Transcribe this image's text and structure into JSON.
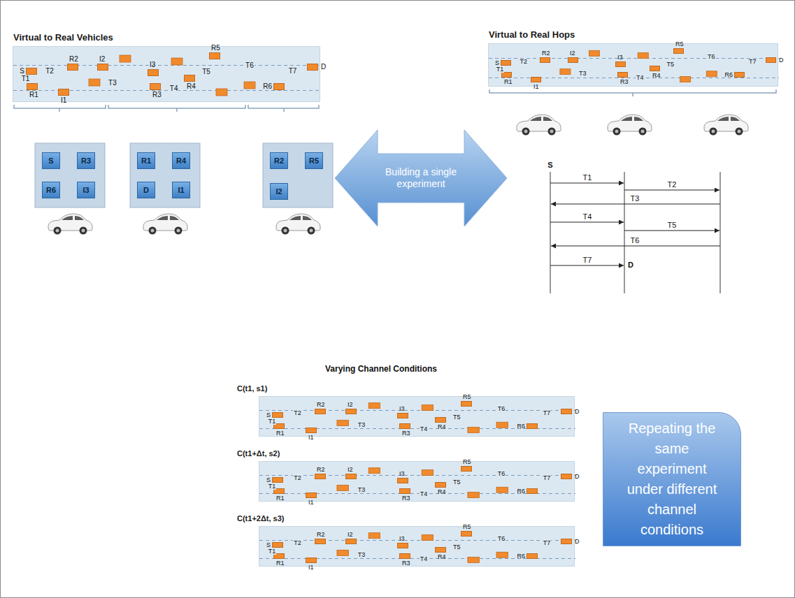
{
  "diagram": {
    "nodes": [
      {
        "text": [
          "Virtual to Real Vehicles"
        ]
      },
      {
        "text": [
          "S"
        ],
        "in": 0
      },
      {
        "text": [
          "R1"
        ],
        "in": 0
      },
      {
        "text": [
          "I1"
        ],
        "in": 0
      },
      {
        "text": [
          "R2"
        ],
        "in": 0
      },
      {
        "text": [
          "I2"
        ],
        "in": 0
      },
      {
        "text": [
          "I3"
        ],
        "in": 0
      },
      {
        "text": [
          "R3"
        ],
        "in": 0
      },
      {
        "text": [
          "R4"
        ],
        "in": 0
      },
      {
        "text": [
          "R5"
        ],
        "in": 0
      },
      {
        "text": [
          "R6"
        ],
        "in": 0
      },
      {
        "text": [
          "D"
        ],
        "in": 0
      },
      {
        "text": [
          "S"
        ]
      },
      {
        "text": [
          "R3"
        ]
      },
      {
        "text": [
          "R6"
        ]
      },
      {
        "text": [
          "I3"
        ]
      },
      {
        "text": [
          "R1"
        ]
      },
      {
        "text": [
          "R4"
        ]
      },
      {
        "text": [
          "D"
        ]
      },
      {
        "text": [
          "I1"
        ]
      },
      {
        "text": [
          "R2"
        ]
      },
      {
        "text": [
          "R5"
        ]
      },
      {
        "text": [
          "I2"
        ]
      },
      {
        "text": [
          "Building a single experiment"
        ]
      },
      {
        "text": [
          "Virtual to Real Hops"
        ]
      },
      {
        "text": [
          "S"
        ],
        "in": 24
      },
      {
        "text": [
          "R1"
        ],
        "in": 24
      },
      {
        "text": [
          "I1"
        ],
        "in": 24
      },
      {
        "text": [
          "R2"
        ],
        "in": 24
      },
      {
        "text": [
          "I2"
        ],
        "in": 24
      },
      {
        "text": [
          "I3"
        ],
        "in": 24
      },
      {
        "text": [
          "R3"
        ],
        "in": 24
      },
      {
        "text": [
          "R4"
        ],
        "in": 24
      },
      {
        "text": [
          "R5"
        ],
        "in": 24
      },
      {
        "text": [
          "R6"
        ],
        "in": 24
      },
      {
        "text": [
          "D"
        ],
        "in": 24
      },
      {
        "text": [
          "C(t1, s1)"
        ]
      },
      {
        "text": [
          "S"
        ],
        "in": 36
      },
      {
        "text": [
          "R1"
        ],
        "in": 36
      },
      {
        "text": [
          "I1"
        ],
        "in": 36
      },
      {
        "text": [
          "R2"
        ],
        "in": 36
      },
      {
        "text": [
          "I2"
        ],
        "in": 36
      },
      {
        "text": [
          "I3"
        ],
        "in": 36
      },
      {
        "text": [
          "R3"
        ],
        "in": 36
      },
      {
        "text": [
          "R4"
        ],
        "in": 36
      },
      {
        "text": [
          "R5"
        ],
        "in": 36
      },
      {
        "text": [
          "R6"
        ],
        "in": 36
      },
      {
        "text": [
          "D"
        ],
        "in": 36
      },
      {
        "text": [
          "C(t1+Δt, s2)"
        ]
      },
      {
        "text": [
          "S"
        ],
        "in": 48
      },
      {
        "text": [
          "R1"
        ],
        "in": 48
      },
      {
        "text": [
          "I1"
        ],
        "in": 48
      },
      {
        "text": [
          "R2"
        ],
        "in": 48
      },
      {
        "text": [
          "I2"
        ],
        "in": 48
      },
      {
        "text": [
          "I3"
        ],
        "in": 48
      },
      {
        "text": [
          "R3"
        ],
        "in": 48
      },
      {
        "text": [
          "R4"
        ],
        "in": 48
      },
      {
        "text": [
          "R5"
        ],
        "in": 48
      },
      {
        "text": [
          "R6"
        ],
        "in": 48
      },
      {
        "text": [
          "D"
        ],
        "in": 48
      },
      {
        "text": [
          "C(t1+2Δt, s3)"
        ]
      },
      {
        "text": [
          "S"
        ],
        "in": 60
      },
      {
        "text": [
          "R1"
        ],
        "in": 60
      },
      {
        "text": [
          "I1"
        ],
        "in": 60
      },
      {
        "text": [
          "R2"
        ],
        "in": 60
      },
      {
        "text": [
          "I2"
        ],
        "in": 60
      },
      {
        "text": [
          "I3"
        ],
        "in": 60
      },
      {
        "text": [
          "R3"
        ],
        "in": 60
      },
      {
        "text": [
          "R4"
        ],
        "in": 60
      },
      {
        "text": [
          "R5"
        ],
        "in": 60
      },
      {
        "text": [
          "R6"
        ],
        "in": 60
      },
      {
        "text": [
          "D"
        ],
        "in": 60
      },
      {
        "text": [
          "Repeating the same experiment under different channel conditions"
        ]
      }
    ],
    "edges": [
      {
        "from": 1,
        "to": 2,
        "arrow": "to",
        "label": "T1"
      },
      {
        "from": 2,
        "to": 4,
        "arrow": "to",
        "label": "T2"
      },
      {
        "from": 4,
        "to": 7,
        "arrow": "to",
        "label": "T3"
      },
      {
        "from": 7,
        "to": 8,
        "arrow": "to",
        "label": "T4"
      },
      {
        "from": 8,
        "to": 9,
        "arrow": "to",
        "label": "T5"
      },
      {
        "from": 9,
        "to": 10,
        "arrow": "to",
        "label": "T6"
      },
      {
        "from": 10,
        "to": 11,
        "arrow": "to",
        "label": "T7"
      },
      {
        "from": 25,
        "to": 26,
        "arrow": "to",
        "label": "T1"
      },
      {
        "from": 26,
        "to": 28,
        "arrow": "to",
        "label": "T2"
      },
      {
        "from": 28,
        "to": 31,
        "arrow": "to",
        "label": "T3"
      },
      {
        "from": 31,
        "to": 32,
        "arrow": "to",
        "label": "T4"
      },
      {
        "from": 32,
        "to": 33,
        "arrow": "to",
        "label": "T5"
      },
      {
        "from": 33,
        "to": 34,
        "arrow": "to",
        "label": "T6"
      },
      {
        "from": 34,
        "to": 35,
        "arrow": "to",
        "label": "T7"
      },
      {
        "from": 37,
        "to": 38,
        "arrow": "to",
        "label": "T1"
      },
      {
        "from": 38,
        "to": 40,
        "arrow": "to",
        "label": "T2"
      },
      {
        "from": 40,
        "to": 43,
        "arrow": "to",
        "label": "T3"
      },
      {
        "from": 43,
        "to": 44,
        "arrow": "to",
        "label": "T4"
      },
      {
        "from": 44,
        "to": 45,
        "arrow": "to",
        "label": "T5"
      },
      {
        "from": 45,
        "to": 46,
        "arrow": "to",
        "label": "T6"
      },
      {
        "from": 46,
        "to": 47,
        "arrow": "to",
        "label": "T7"
      },
      {
        "from": 49,
        "to": 50,
        "arrow": "to",
        "label": "T1"
      },
      {
        "from": 50,
        "to": 52,
        "arrow": "to",
        "label": "T2"
      },
      {
        "from": 52,
        "to": 55,
        "arrow": "to",
        "label": "T3"
      },
      {
        "from": 55,
        "to": 56,
        "arrow": "to",
        "label": "T4"
      },
      {
        "from": 56,
        "to": 57,
        "arrow": "to",
        "label": "T5"
      },
      {
        "from": 57,
        "to": 58,
        "arrow": "to",
        "label": "T6"
      },
      {
        "from": 58,
        "to": 59,
        "arrow": "to",
        "label": "T7"
      },
      {
        "from": 61,
        "to": 62,
        "arrow": "to",
        "label": "T1"
      },
      {
        "from": 62,
        "to": 64,
        "arrow": "to",
        "label": "T2"
      },
      {
        "from": 64,
        "to": 67,
        "arrow": "to",
        "label": "T3"
      },
      {
        "from": 67,
        "to": 68,
        "arrow": "to",
        "label": "T4"
      },
      {
        "from": 68,
        "to": 69,
        "arrow": "to",
        "label": "T5"
      },
      {
        "from": 69,
        "to": 70,
        "arrow": "to",
        "label": "T6"
      },
      {
        "from": 70,
        "to": 71,
        "arrow": "to",
        "label": "T7"
      }
    ],
    "labels": [
      "Varying Channel Conditions",
      "S",
      "T1",
      "T2",
      "T3",
      "T4",
      "T5",
      "T6",
      "T7",
      "D"
    ]
  }
}
